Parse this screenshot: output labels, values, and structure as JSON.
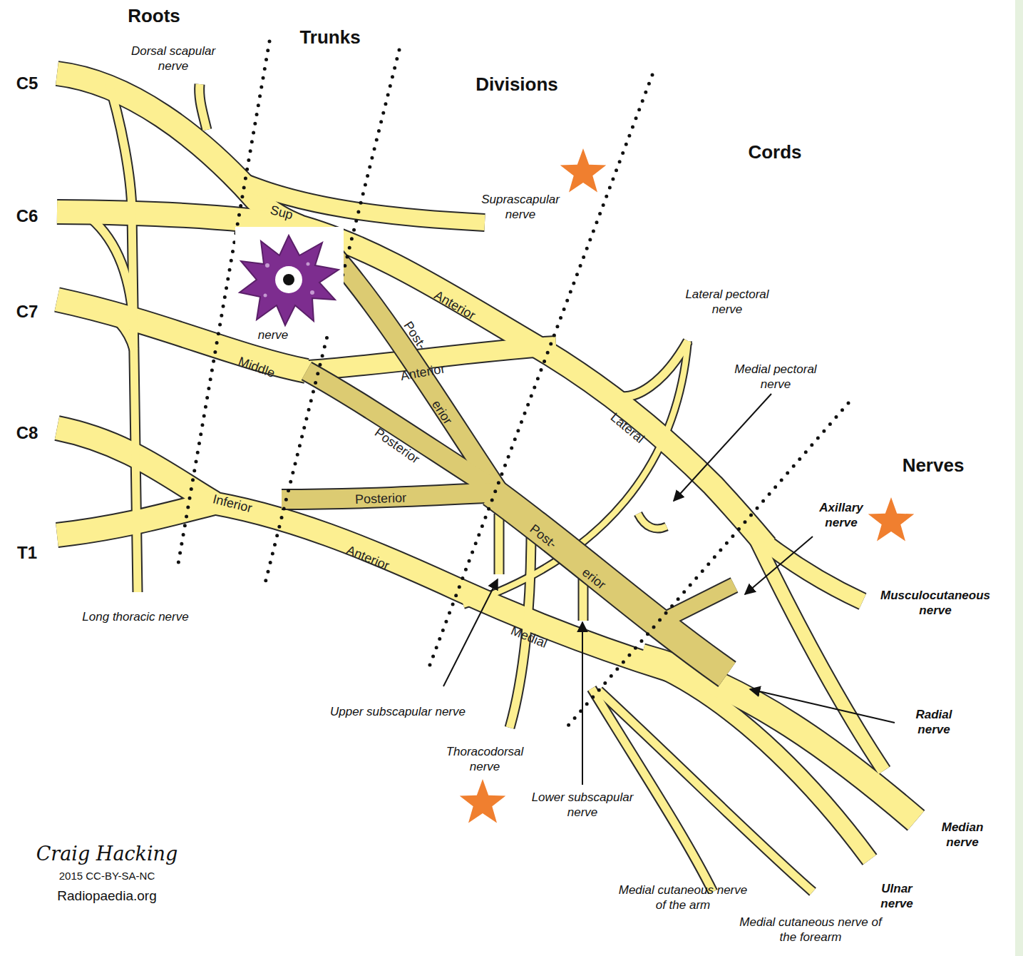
{
  "diagram": {
    "labels": [
      "Roots",
      "Trunks",
      "Divisions",
      "Cords",
      "Nerves",
      "C5",
      "C6",
      "C7",
      "C8",
      "T1",
      "Dorsal scapular nerve",
      "Suprascapular nerve",
      "Sup",
      "nerve",
      "Middle",
      "Inferior",
      "Anterior",
      "Anterior",
      "Anterior",
      "Post-",
      "erior",
      "Posterior",
      "Posterior",
      "Lateral",
      "Post-",
      "erior",
      "Medial",
      "Lateral pectoral nerve",
      "Medial pectoral nerve",
      "Axillary nerve",
      "Musculocutaneous nerve",
      "Radial nerve",
      "Median nerve",
      "Ulnar nerve",
      "Medial cutaneous nerve of the arm",
      "Medial cutaneous nerve of the forearm",
      "Upper subscapular nerve",
      "Thoracodorsal nerve",
      "Lower subscapular nerve",
      "Long thoracic nerve",
      "Craig Hacking",
      "2015 CC-BY-SA-NC",
      "Radiopaedia.org"
    ]
  }
}
